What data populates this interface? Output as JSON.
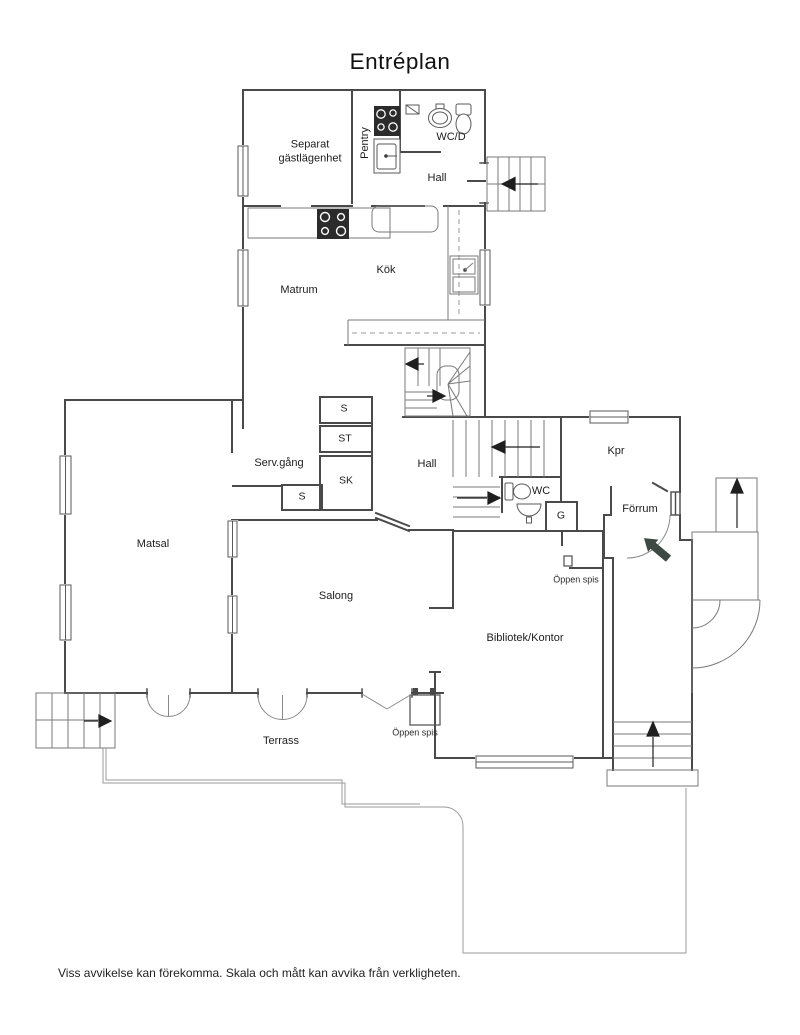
{
  "title": "Entréplan",
  "disclaimer": "Viss avvikelse kan förekomma. Skala och mått kan avvika från verkligheten.",
  "rooms": {
    "guest_apartment": "Separat gästlägenhet",
    "pentry": "Pentry",
    "wc_d": "WC/D",
    "hall_upper": "Hall",
    "kok": "Kök",
    "matrum": "Matrum",
    "serv_gang": "Serv.gång",
    "closet_s_top": "S",
    "closet_st": "ST",
    "closet_sk": "SK",
    "closet_s_lower": "S",
    "hall_main": "Hall",
    "kpr": "Kpr",
    "wc": "WC",
    "closet_g": "G",
    "forrum": "Förrum",
    "matsal": "Matsal",
    "salong": "Salong",
    "bibliotek_kontor": "Bibliotek/Kontor",
    "oppen_spis_bibliotek": "Öppen spis",
    "oppen_spis_terrass": "Öppen spis",
    "terrass": "Terrass"
  },
  "colors": {
    "wall": "#4a4a4a",
    "thin_line": "#7a7a7a",
    "dashed_line": "#9a9a9a",
    "entrance_arrow": "#3c4a43",
    "text": "#1d1d1d"
  }
}
